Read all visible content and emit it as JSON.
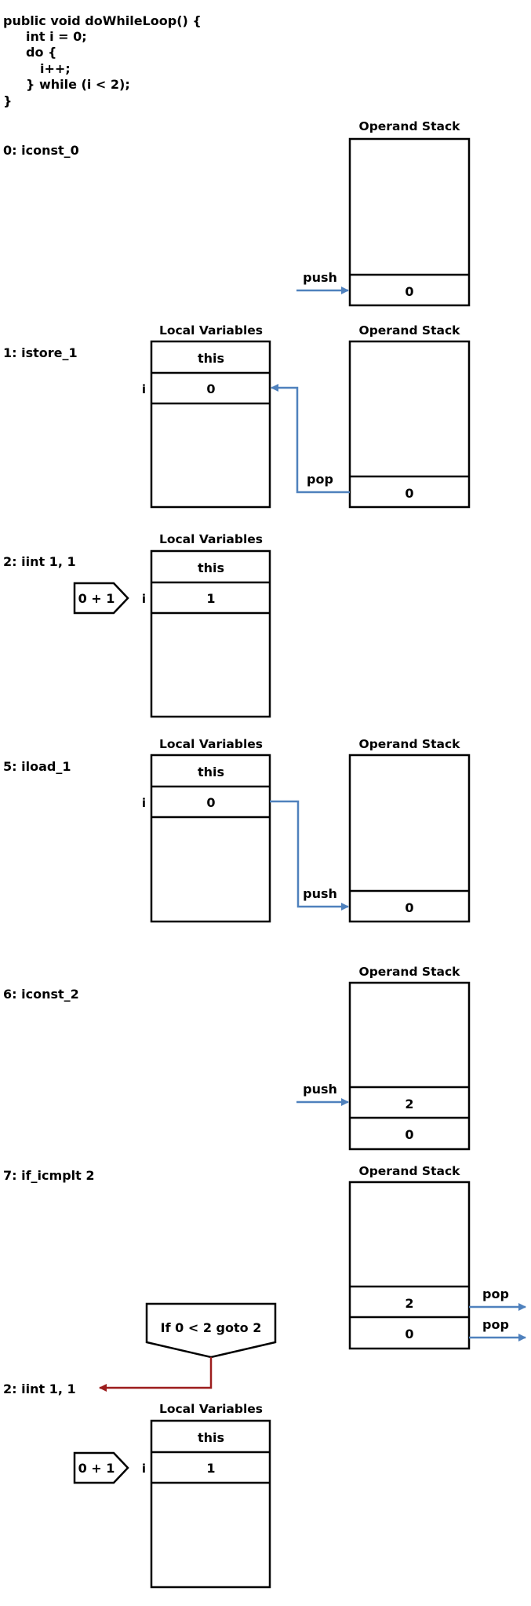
{
  "code": [
    "public void doWhileLoop() {",
    "int i = 0;",
    "do {",
    "i++;",
    "} while (i < 2);",
    "}"
  ],
  "headers": {
    "operand_stack": "Operand Stack",
    "local_variables": "Local Variables"
  },
  "locals": {
    "slot0": "this",
    "var_i": "i"
  },
  "ops": {
    "push": "push",
    "pop": "pop"
  },
  "steps": [
    {
      "instruction": "0: iconst_0",
      "stack": [
        "0"
      ]
    },
    {
      "instruction": "1: istore_1",
      "stack": [
        "0"
      ],
      "local_i": "0"
    },
    {
      "instruction": "2: iint 1, 1",
      "local_i": "1",
      "calc": "0 + 1"
    },
    {
      "instruction": "5: iload_1",
      "stack": [
        "0"
      ],
      "local_i": "0"
    },
    {
      "instruction": "6: iconst_2",
      "stack": [
        "2",
        "0"
      ]
    },
    {
      "instruction": "7: if_icmplt 2",
      "stack": [
        "2",
        "0"
      ],
      "condition": "If 0 < 2 goto 2"
    },
    {
      "instruction": "2: iint 1, 1",
      "local_i": "1",
      "calc": "0 + 1"
    }
  ],
  "colors": {
    "arrow": "#4f81bd",
    "branch_arrow": "#9c1d1d",
    "border": "#000000"
  }
}
